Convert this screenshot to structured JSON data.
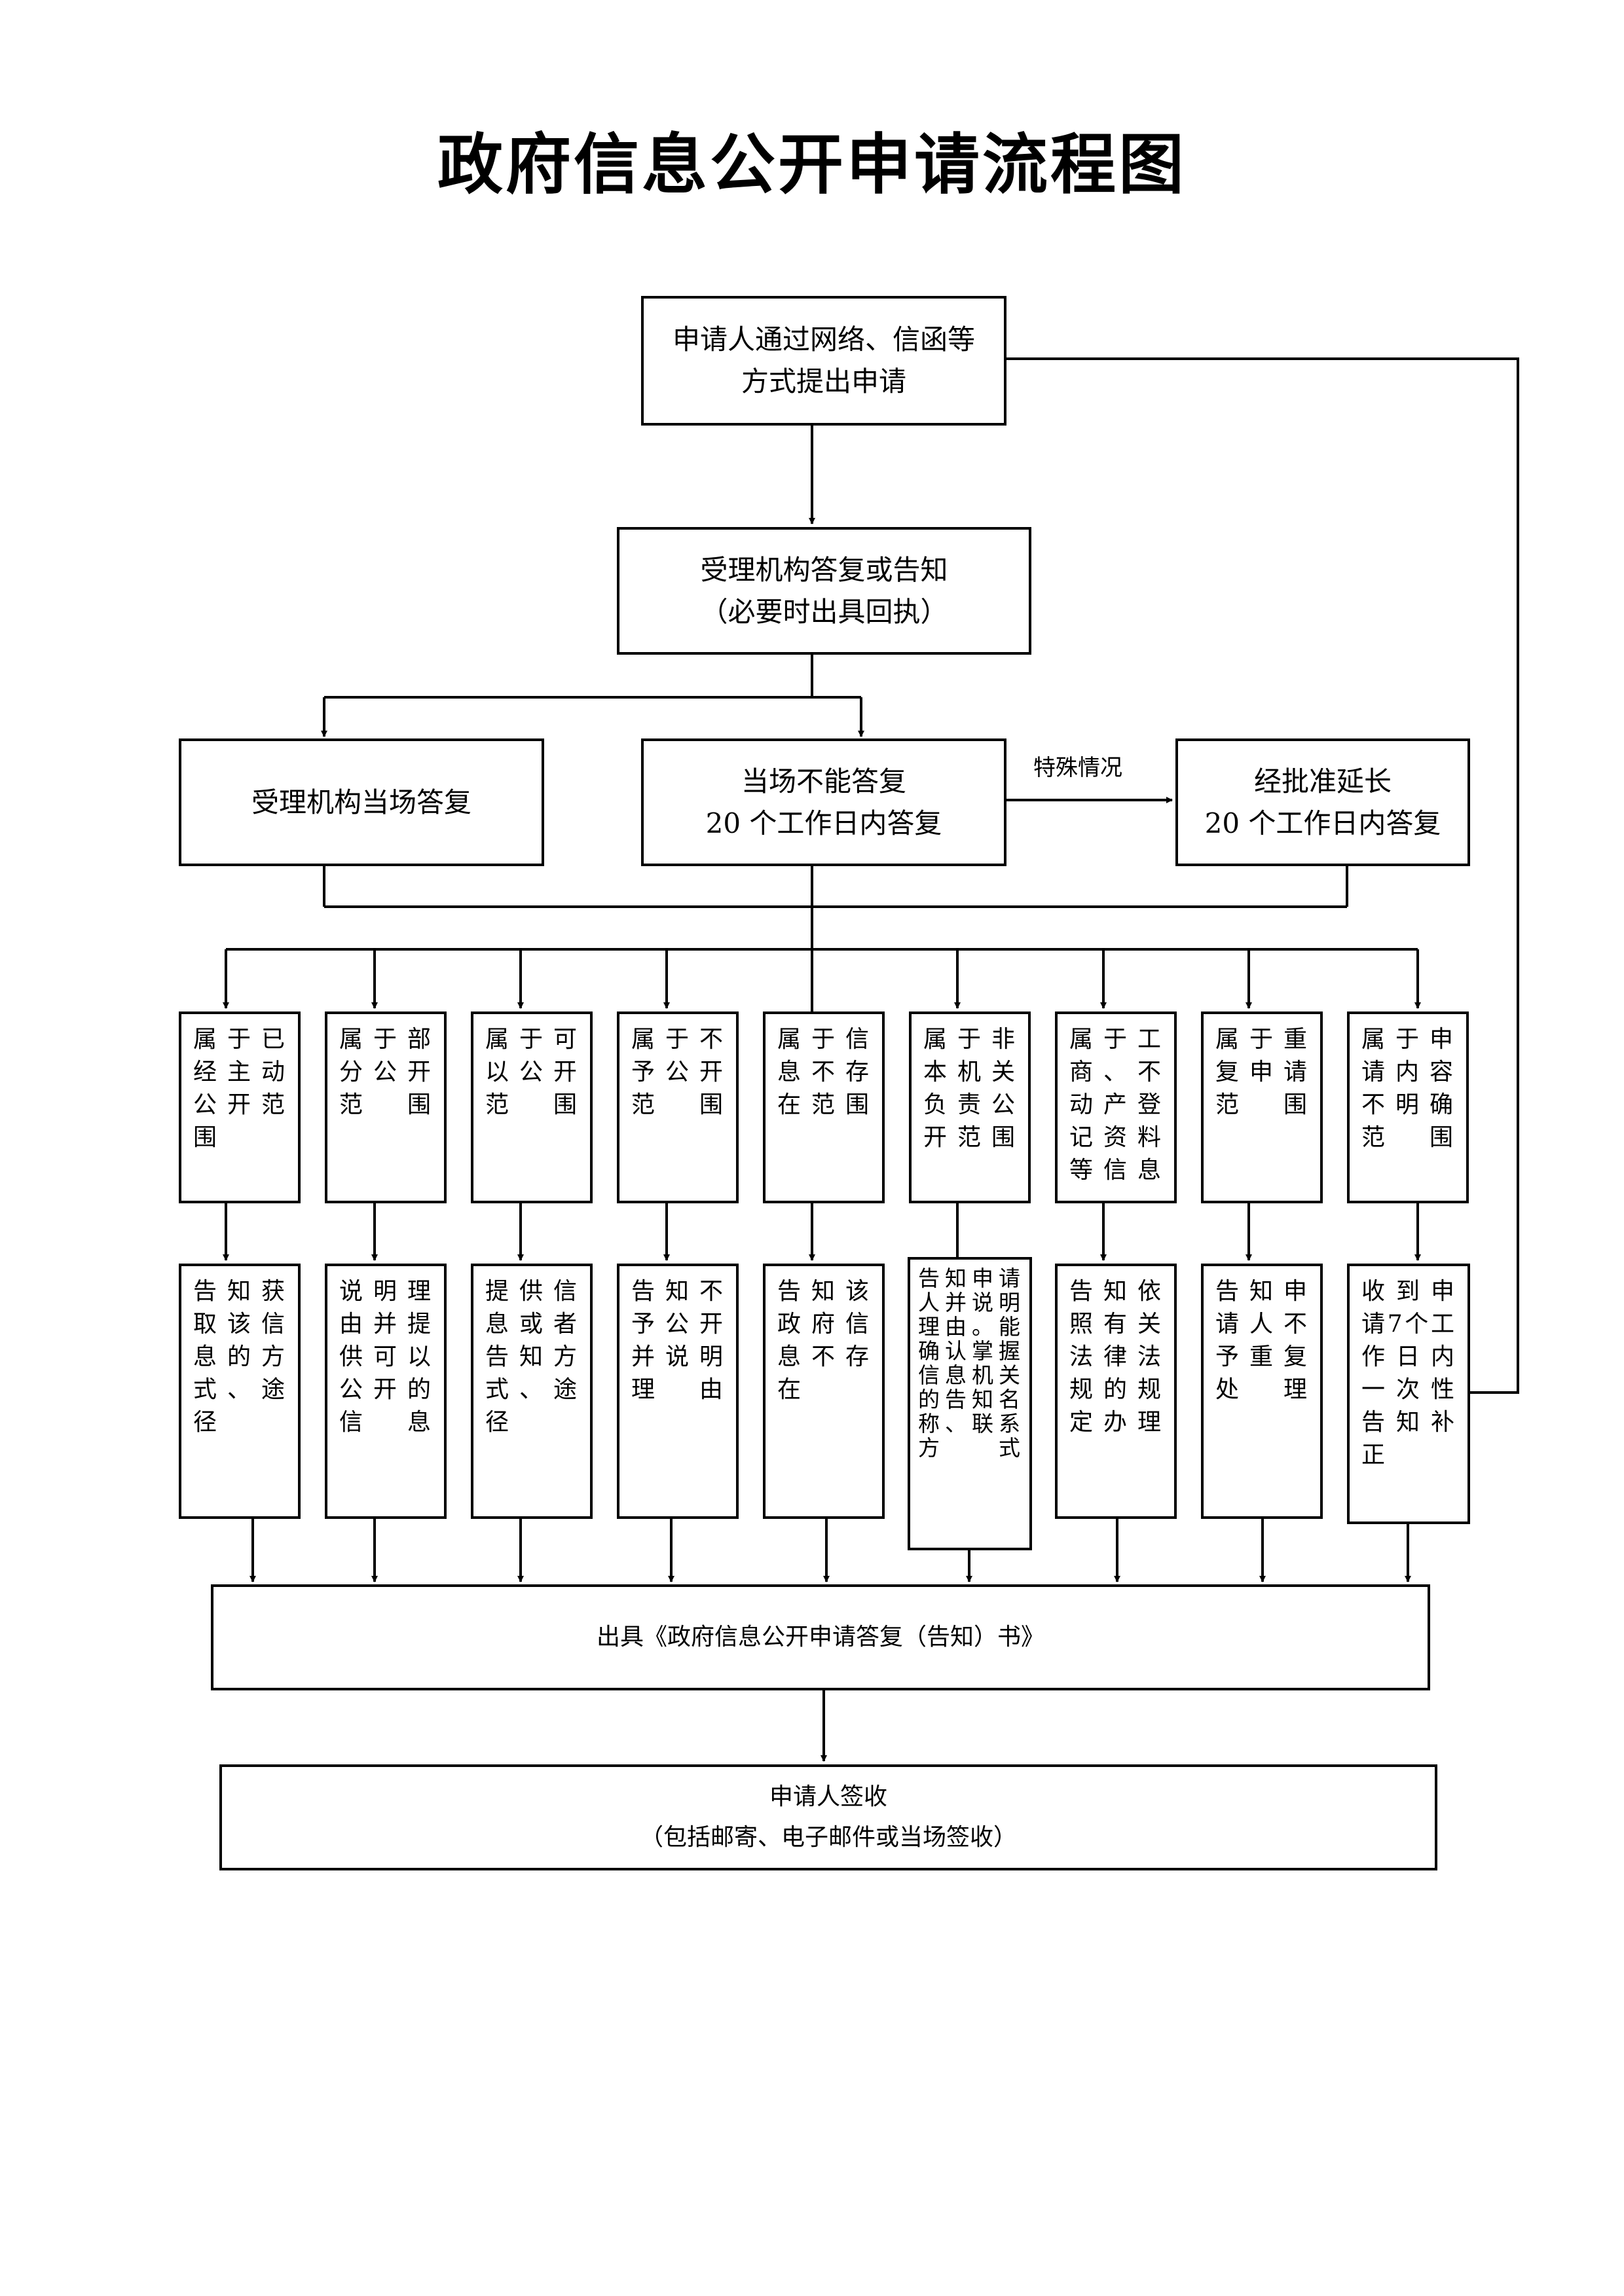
{
  "title": "政府信息公开申请流程图",
  "step1": {
    "line1": "申请人通过网络、信函等",
    "line2": "方式提出申请"
  },
  "step2": {
    "line1": "受理机构答复或告知",
    "line2": "（必要时出具回执）"
  },
  "branch": {
    "on_site": "受理机构当场答复",
    "cannot": {
      "line1": "当场不能答复",
      "line2": "20 个工作日内答复"
    },
    "special_label": "特殊情况",
    "extension": {
      "line1": "经批准延长",
      "line2": "20 个工作日内答复"
    }
  },
  "categories": [
    "属于已经主动公开范围",
    "属于部分公开范围",
    "属于可以公开范围",
    "属于不予公开范围",
    "属于信息不存在范围",
    "属于非本机关负责公开范围",
    "属于工商、不动产登记资料等信息",
    "属于重复申请范围",
    "属于申请内容不明确范围"
  ],
  "actions": [
    "告知获取该信息的方式、途径",
    "说明理由并提供可以公开的信息",
    "提供信息或者告知方式、途径",
    "告知不予公开并说明理由",
    "告知该政府信息不存在",
    "告知申请人并说明理由。能确认掌握信息机关的告知名称、联系方式",
    "告知依照有关法律法规的规定办理",
    "告知申请人不予重复处理",
    "收到申请7个工作日内一次性告知补正"
  ],
  "issue": "出具《政府信息公开申请答复（告知）书》",
  "receipt": {
    "line1": "申请人签收",
    "line2": "（包括邮寄、电子邮件或当场签收）"
  }
}
